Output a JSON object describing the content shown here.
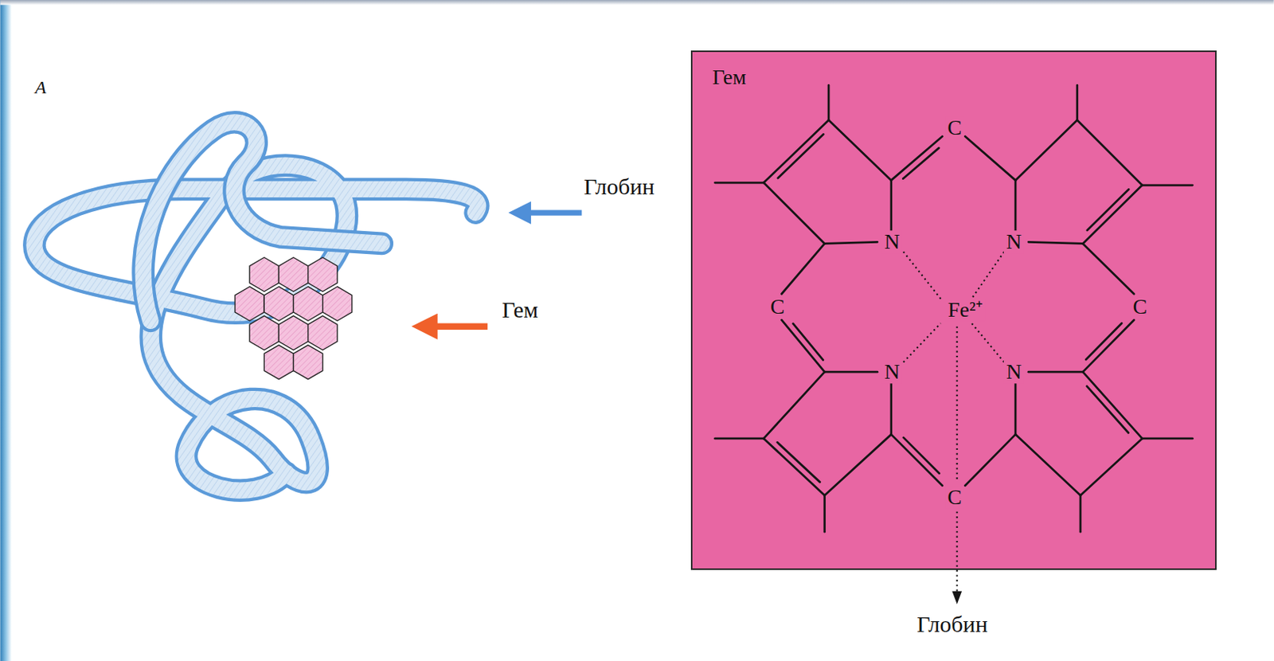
{
  "diagram": {
    "nodes": [
      {
        "text": [
          "Гем"
        ]
      }
    ],
    "labels": [
      "А",
      "Глобин",
      "Гем",
      "C",
      "N",
      "N",
      "C",
      "Fe²⁺",
      "C",
      "N",
      "N",
      "C",
      "Глобин"
    ]
  }
}
